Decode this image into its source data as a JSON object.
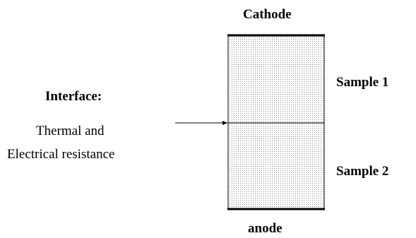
{
  "labels": {
    "cathode": "Cathode",
    "anode": "anode",
    "sample1": "Sample 1",
    "sample2": "Sample 2",
    "interface_title": "Interface:",
    "interface_line1": "Thermal and",
    "interface_line2": "Electrical resistance"
  },
  "colors": {
    "stroke": "#000000",
    "fill_dots": "#8a8a8a",
    "background": "#ffffff"
  }
}
